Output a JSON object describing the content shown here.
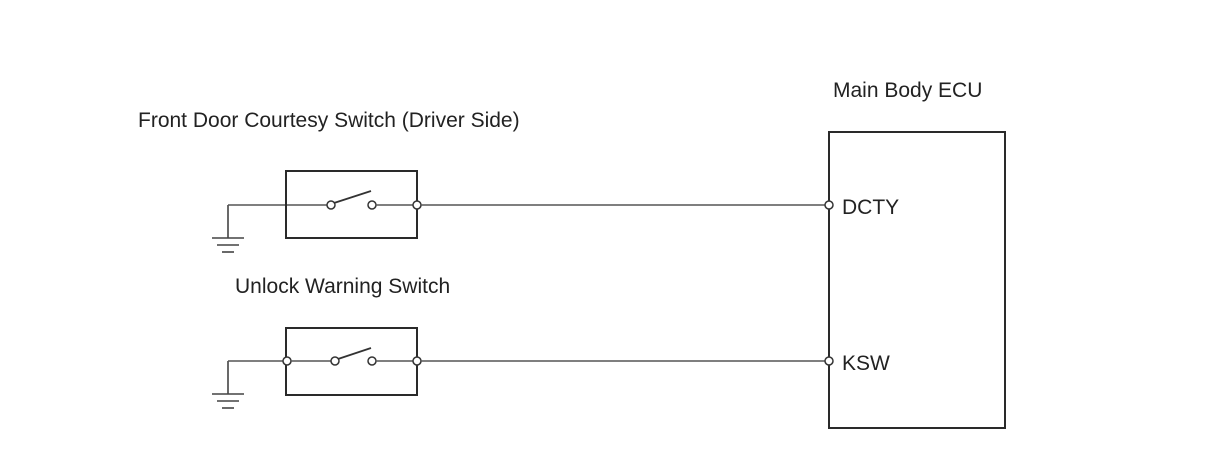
{
  "ecu": {
    "title": "Main Body ECU",
    "pins": {
      "dcty": "DCTY",
      "ksw": "KSW"
    }
  },
  "switches": {
    "courtesy": "Front Door Courtesy Switch (Driver Side)",
    "unlock": "Unlock Warning Switch"
  },
  "colors": {
    "line": "#2a2a2a",
    "wire": "#555555"
  }
}
